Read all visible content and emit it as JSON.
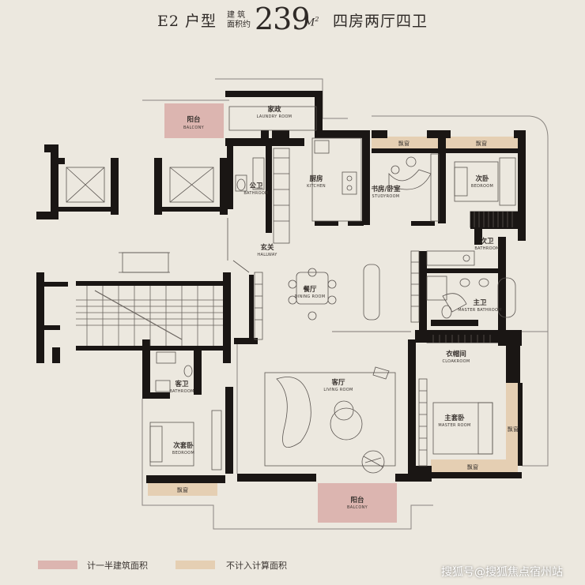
{
  "header": {
    "unit_type": "E2 户型",
    "area_label_line1": "建 筑",
    "area_label_line2": "面积约",
    "area_value": "239",
    "area_unit": "M",
    "area_unit_sup": "2",
    "description": "四房两厅四卫"
  },
  "colors": {
    "background": "#ece8df",
    "wall": "#1a1614",
    "half_area": "#dcb5b0",
    "excluded_area": "#e5cfb3",
    "outline": "#8a8580"
  },
  "rooms": {
    "balcony_top": {
      "cn": "阳台",
      "en": "BALCONY"
    },
    "laundry": {
      "cn": "家政",
      "en": "LAUNDRY ROOM"
    },
    "public_bath": {
      "cn": "公卫",
      "en": "BATHROOM"
    },
    "kitchen": {
      "cn": "厨房",
      "en": "KITCHEN"
    },
    "study": {
      "cn": "书房/卧室",
      "en": "STUDYROOM"
    },
    "bedroom": {
      "cn": "次卧",
      "en": "BEDROOM"
    },
    "second_bath": {
      "cn": "次卫",
      "en": "BATHROOM"
    },
    "hallway": {
      "cn": "玄关",
      "en": "HALLWAY"
    },
    "dining": {
      "cn": "餐厅",
      "en": "DINING ROOM"
    },
    "master_bath": {
      "cn": "主卫",
      "en": "MASTER BATHROOM"
    },
    "cloakroom": {
      "cn": "衣帽间",
      "en": "CLOAKROOM"
    },
    "living": {
      "cn": "客厅",
      "en": "LIVING ROOM"
    },
    "master_bedroom": {
      "cn": "主套卧",
      "en": "MASTER ROOM"
    },
    "guest_bath": {
      "cn": "客卫",
      "en": "BATHROOM"
    },
    "second_suite": {
      "cn": "次套卧",
      "en": "BEDROOM"
    },
    "balcony_bottom": {
      "cn": "阳台",
      "en": "BALCONY"
    },
    "bay_window": "飘窗"
  },
  "legend": {
    "half_area_label": "计一半建筑面积",
    "excluded_label": "不计入计算面积"
  },
  "watermark": "搜狐号@搜狐焦点宿州站"
}
